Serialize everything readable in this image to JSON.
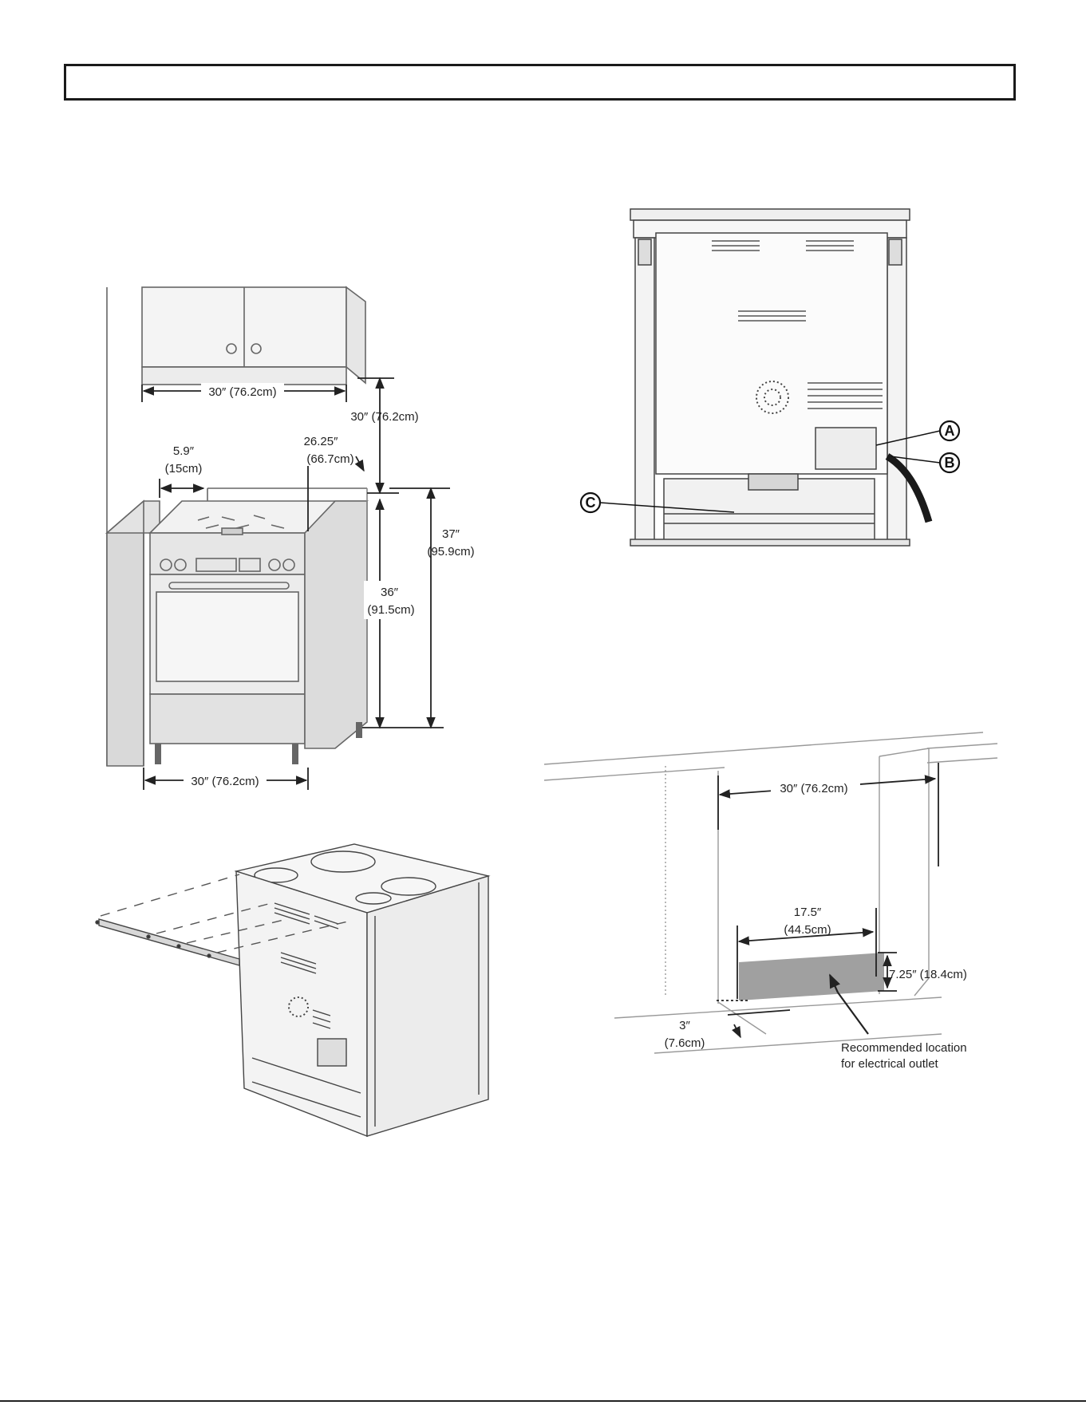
{
  "fig_cabinet": {
    "upper_width": "30″ (76.2cm)",
    "hood_clearance": "30″ (76.2cm)",
    "side_gap_in": "5.9″",
    "side_gap_cm": "(15cm)",
    "depth_in": "26.25″",
    "depth_cm": "(66.7cm)",
    "height_37_in": "37″",
    "height_37_cm": "(95.9cm)",
    "height_36_in": "36″",
    "height_36_cm": "(91.5cm)",
    "bottom_width": "30″ (76.2cm)"
  },
  "fig_rear": {
    "callout_a": "A",
    "callout_b": "B",
    "callout_c": "C"
  },
  "fig_outlet": {
    "opening_width": "30″ (76.2cm)",
    "zone_width_in": "17.5″",
    "zone_width_cm": "(44.5cm)",
    "zone_height": "7.25″ (18.4cm)",
    "floor_offset_in": "3″",
    "floor_offset_cm": "(7.6cm)",
    "note_line1": "Recommended location",
    "note_line2": "for electrical outlet"
  },
  "colors": {
    "line": "#555555",
    "faint": "#9a9a9a",
    "fill_gray": "#a0a0a0",
    "dark": "#111111"
  }
}
